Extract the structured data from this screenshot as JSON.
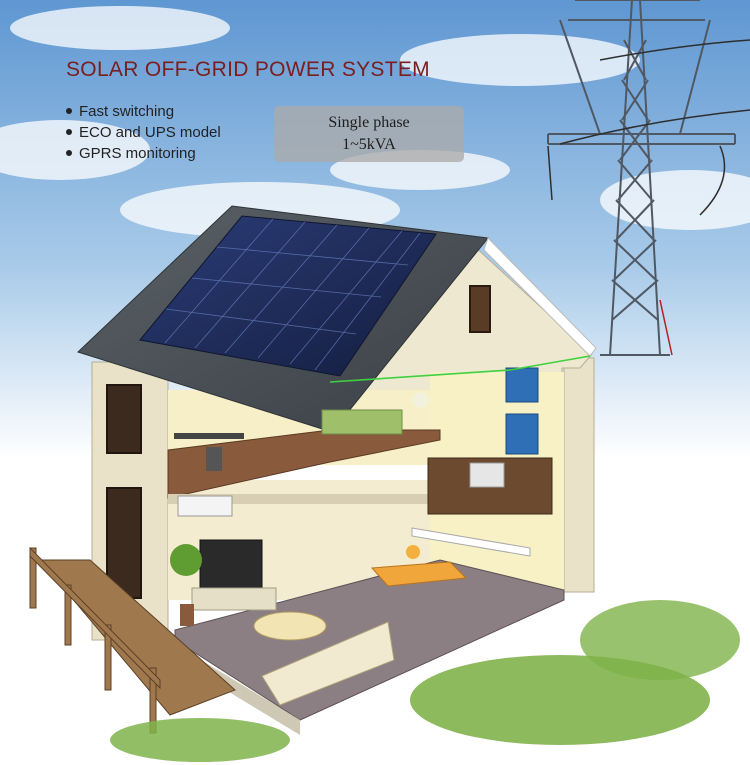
{
  "header": {
    "title": "SOLAR OFF-GRID POWER SYSTEM"
  },
  "features": [
    "Fast switching",
    "ECO and UPS model",
    "GPRS monitoring"
  ],
  "badge": {
    "line1": "Single phase",
    "line2": "1~5kVA"
  },
  "colors": {
    "title": "#7a1e1e",
    "sky_top": "#5f97d2",
    "sky_bottom": "#ffffff",
    "roof": "#4a5156",
    "solar_panel": "#1f2c5a",
    "wall": "#e9e2c9",
    "floor": "#8a5a3c",
    "grass": "#7fb34a",
    "wire_green": "#3fd13f",
    "wire_red": "#b22222",
    "inverter": "#2e6fb5"
  }
}
